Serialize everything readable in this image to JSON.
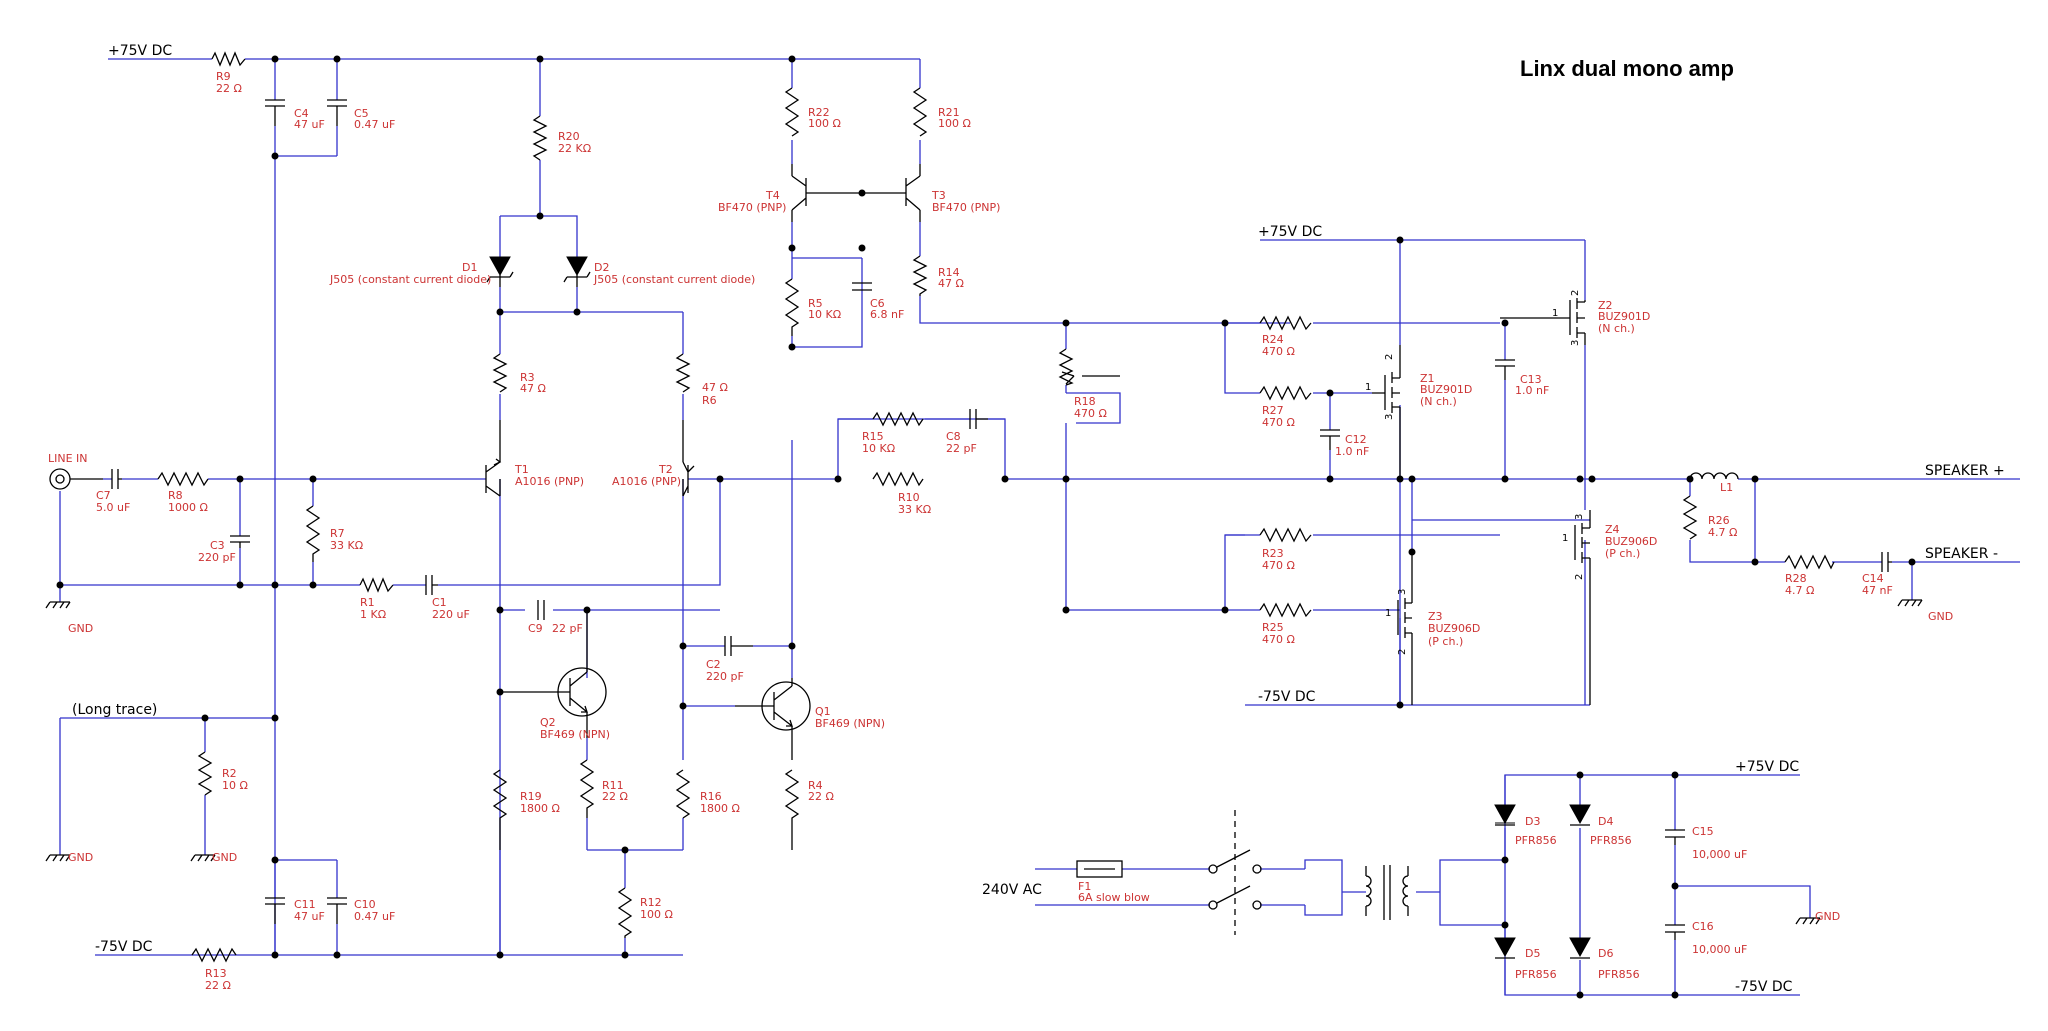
{
  "title": "Linx dual mono amp",
  "nets": {
    "pos75_top": "+75V DC",
    "neg75_bot": "-75V DC",
    "pos75_out": "+75V DC",
    "neg75_out": "-75V DC",
    "pos75_psu": "+75V DC",
    "neg75_psu": "-75V DC",
    "line_in": "LINE IN",
    "long_trace": "(Long trace)",
    "speaker_pos": "SPEAKER +",
    "speaker_neg": "SPEAKER -",
    "ac_in": "240V AC",
    "gnd": "GND"
  },
  "parts": {
    "R9": {
      "ref": "R9",
      "val": "22 Ω"
    },
    "C4": {
      "ref": "C4",
      "val": "47 uF"
    },
    "C5": {
      "ref": "C5",
      "val": "0.47 uF"
    },
    "R20": {
      "ref": "R20",
      "val": "22 KΩ"
    },
    "D1": {
      "ref": "D1",
      "val": "J505 (constant current diode)"
    },
    "D2": {
      "ref": "D2",
      "val": "J505 (constant current diode)"
    },
    "R3": {
      "ref": "R3",
      "val": "47 Ω"
    },
    "R6": {
      "ref": "R6",
      "val": "47 Ω"
    },
    "T1": {
      "ref": "T1",
      "val": "A1016 (PNP)"
    },
    "T2": {
      "ref": "T2",
      "val": "A1016 (PNP)"
    },
    "R22": {
      "ref": "R22",
      "val": "100 Ω"
    },
    "R21": {
      "ref": "R21",
      "val": "100 Ω"
    },
    "T4": {
      "ref": "T4",
      "val": "BF470 (PNP)"
    },
    "T3": {
      "ref": "T3",
      "val": "BF470 (PNP)"
    },
    "R5": {
      "ref": "R5",
      "val": "10 KΩ"
    },
    "C6": {
      "ref": "C6",
      "val": "6.8 nF"
    },
    "R14": {
      "ref": "R14",
      "val": "47 Ω"
    },
    "C7": {
      "ref": "C7",
      "val": "5.0 uF"
    },
    "R8": {
      "ref": "R8",
      "val": "1000 Ω"
    },
    "C3": {
      "ref": "C3",
      "val": "220 pF"
    },
    "R7": {
      "ref": "R7",
      "val": "33 KΩ"
    },
    "R1": {
      "ref": "R1",
      "val": "1 KΩ"
    },
    "C1": {
      "ref": "C1",
      "val": "220 uF"
    },
    "R15": {
      "ref": "R15",
      "val": "10 KΩ"
    },
    "C8": {
      "ref": "C8",
      "val": "22 pF"
    },
    "R10": {
      "ref": "R10",
      "val": "33 KΩ"
    },
    "R18": {
      "ref": "R18",
      "val": "470 Ω"
    },
    "C9": {
      "ref": "C9",
      "val": "22 pF"
    },
    "C2": {
      "ref": "C2",
      "val": "220 pF"
    },
    "Q2": {
      "ref": "Q2",
      "val": "BF469 (NPN)"
    },
    "Q1": {
      "ref": "Q1",
      "val": "BF469 (NPN)"
    },
    "R19": {
      "ref": "R19",
      "val": "1800 Ω"
    },
    "R11": {
      "ref": "R11",
      "val": "22 Ω"
    },
    "R16": {
      "ref": "R16",
      "val": "1800 Ω"
    },
    "R4": {
      "ref": "R4",
      "val": "22 Ω"
    },
    "R12": {
      "ref": "R12",
      "val": "100 Ω"
    },
    "R2": {
      "ref": "R2",
      "val": "10 Ω"
    },
    "C11": {
      "ref": "C11",
      "val": "47 uF"
    },
    "C10": {
      "ref": "C10",
      "val": "0.47 uF"
    },
    "R13": {
      "ref": "R13",
      "val": "22 Ω"
    },
    "R24": {
      "ref": "R24",
      "val": "470 Ω"
    },
    "R27": {
      "ref": "R27",
      "val": "470 Ω"
    },
    "C12": {
      "ref": "C12",
      "val": "1.0 nF"
    },
    "C13": {
      "ref": "C13",
      "val": "1.0 nF"
    },
    "Z1": {
      "ref": "Z1",
      "val": "BUZ901D",
      "type": "(N ch.)"
    },
    "Z2": {
      "ref": "Z2",
      "val": "BUZ901D",
      "type": "(N ch.)"
    },
    "Z3": {
      "ref": "Z3",
      "val": "BUZ906D",
      "type": "(P ch.)"
    },
    "Z4": {
      "ref": "Z4",
      "val": "BUZ906D",
      "type": "(P ch.)"
    },
    "R23": {
      "ref": "R23",
      "val": "470 Ω"
    },
    "R25": {
      "ref": "R25",
      "val": "470 Ω"
    },
    "L1": {
      "ref": "L1",
      "val": ""
    },
    "R26": {
      "ref": "R26",
      "val": "4.7 Ω"
    },
    "R28": {
      "ref": "R28",
      "val": "4.7 Ω"
    },
    "C14": {
      "ref": "C14",
      "val": "47 nF"
    },
    "F1": {
      "ref": "F1",
      "val": "6A slow blow"
    },
    "D3": {
      "ref": "D3",
      "val": "PFR856"
    },
    "D4": {
      "ref": "D4",
      "val": "PFR856"
    },
    "D5": {
      "ref": "D5",
      "val": "PFR856"
    },
    "D6": {
      "ref": "D6",
      "val": "PFR856"
    },
    "C15": {
      "ref": "C15",
      "val": "10,000 uF"
    },
    "C16": {
      "ref": "C16",
      "val": "10,000 uF"
    }
  },
  "pins": {
    "one": "1",
    "two": "2",
    "three": "3"
  }
}
